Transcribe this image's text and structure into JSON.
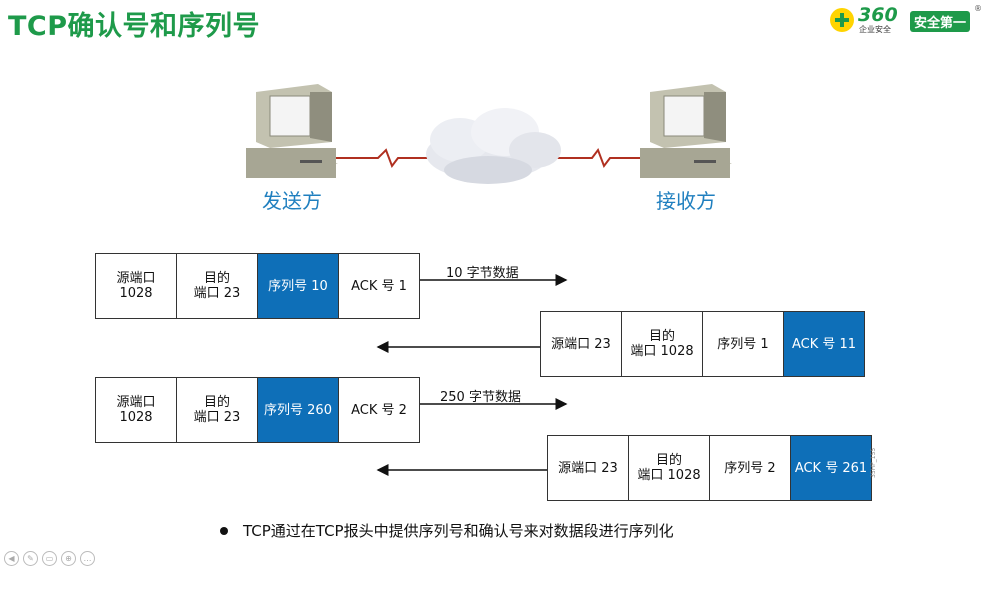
{
  "title": "TCP确认号和序列号",
  "brand": {
    "logo_text": "360",
    "logo_sub": "企业安全",
    "badge": "安全第一",
    "reg": "®"
  },
  "hosts": {
    "sender": "发送方",
    "receiver": "接收方"
  },
  "segments": [
    {
      "cells": [
        "源端口\n1028",
        "目的\n端口 23",
        "序列号 10",
        "ACK 号 1"
      ],
      "highlight": 2
    },
    {
      "cells": [
        "源端口 23",
        "目的\n端口 1028",
        "序列号 1",
        "ACK 号 11"
      ],
      "highlight": 3
    },
    {
      "cells": [
        "源端口\n1028",
        "目的\n端口 23",
        "序列号 260",
        "ACK 号 2"
      ],
      "highlight": 2
    },
    {
      "cells": [
        "源端口 23",
        "目的\n端口 1028",
        "序列号 2",
        "ACK 号 261"
      ],
      "highlight": 3
    }
  ],
  "arrows": [
    {
      "label": "10 字节数据",
      "direction": "right"
    },
    {
      "label": "",
      "direction": "left"
    },
    {
      "label": "250 字节数据",
      "direction": "right"
    },
    {
      "label": "",
      "direction": "left"
    }
  ],
  "bullet": "TCP通过在TCP报头中提供序列号和确认号来对数据段进行序列化",
  "figure_id": "35HP_155",
  "colors": {
    "title": "#1e9a4a",
    "highlight": "#0e6fb8",
    "host_label": "#1f7fbf",
    "link": "#b03020"
  }
}
